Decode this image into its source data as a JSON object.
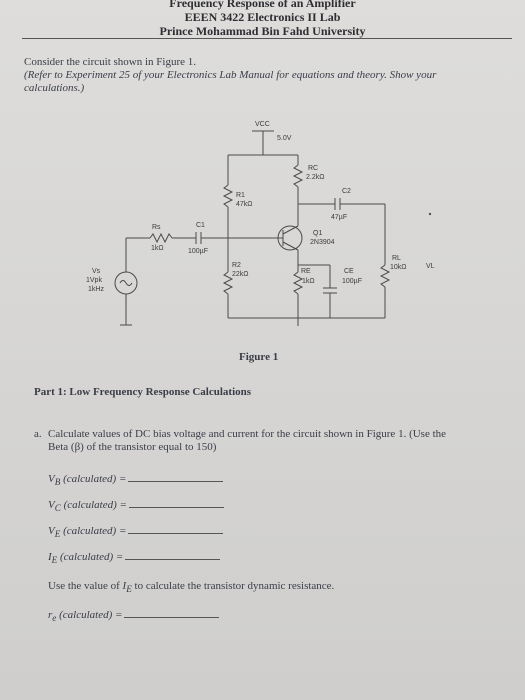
{
  "header": {
    "line1": "Frequency Response of an Amplifier",
    "line2": "EEEN 3422 Electronics II Lab",
    "line3": "Prince Mohammad Bin Fahd University"
  },
  "intro": {
    "line1": "Consider the circuit shown in Figure 1.",
    "line2": "(Refer to Experiment 25 of your Electronics Lab Manual for equations and theory. Show your",
    "line3": "calculations.)"
  },
  "circuit": {
    "vcc_label": "VCC",
    "vcc_value": "5.0V",
    "rc_label": "RC",
    "rc_value": "2.2kΩ",
    "c2_label": "C2",
    "c2_value": "47µF",
    "r1_label": "R1",
    "r1_value": "47kΩ",
    "q1_label": "Q1",
    "q1_value": "2N3904",
    "rs_label": "Rs",
    "rs_value": "1kΩ",
    "c1_label": "C1",
    "c1_value": "100µF",
    "r2_label": "R2",
    "r2_value": "22kΩ",
    "re_label": "RE",
    "re_value": "1kΩ",
    "ce_label": "CE",
    "ce_value": "100µF",
    "rl_label": "RL",
    "rl_value": "10kΩ",
    "vl_label": "VL",
    "vs_label": "Vs",
    "vs_amp": "1Vpk",
    "vs_freq": "1kHz"
  },
  "figure_caption": "Figure 1",
  "part1": {
    "title": "Part 1: Low Frequency Response Calculations",
    "item_a_marker": "a.",
    "item_a_line1": "Calculate values of DC bias voltage and current for the circuit shown in Figure 1. (Use the",
    "item_a_line2": "Beta (β) of the transistor equal to 150)",
    "vb": "V",
    "vb_sub": "B",
    "vb_rest": " (calculated) =",
    "vc": "V",
    "vc_sub": "C",
    "vc_rest": " (calculated) =",
    "ve": "V",
    "ve_sub": "E",
    "ve_rest": " (calculated) =",
    "ie": "I",
    "ie_sub": "E",
    "ie_rest": " (calculated) =",
    "instruction_pre": "Use the value of ",
    "instruction_var": "I",
    "instruction_sub": "E",
    "instruction_post": " to calculate the transistor dynamic resistance.",
    "re": "r",
    "re_sub": "e",
    "re_rest": " (calculated) ="
  }
}
